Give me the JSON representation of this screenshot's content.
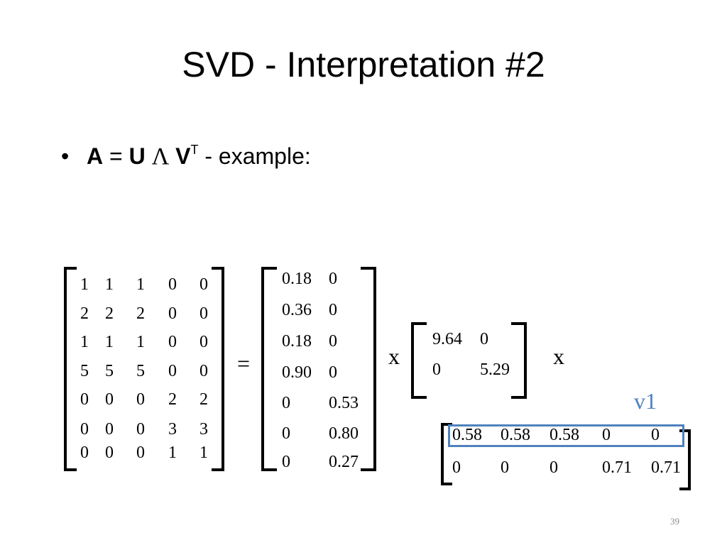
{
  "title": "SVD - Interpretation #2",
  "bullet": {
    "marker": "•",
    "a": "A",
    "eq": "=",
    "u": "U",
    "lambda": "Λ",
    "v": "V",
    "t": "T",
    "rest": " - example:"
  },
  "matrix_a": [
    [
      "1",
      "1",
      "1",
      "0",
      "0"
    ],
    [
      "2",
      "2",
      "2",
      "0",
      "0"
    ],
    [
      "1",
      "1",
      "1",
      "0",
      "0"
    ],
    [
      "5",
      "5",
      "5",
      "0",
      "0"
    ],
    [
      "0",
      "0",
      "0",
      "2",
      "2"
    ],
    [
      "0",
      "0",
      "0",
      "3",
      "3"
    ],
    [
      "0",
      "0",
      "0",
      "1",
      "1"
    ]
  ],
  "matrix_u": [
    [
      "0.18",
      "0"
    ],
    [
      "0.36",
      "0"
    ],
    [
      "0.18",
      "0"
    ],
    [
      "0.90",
      "0"
    ],
    [
      "0",
      "0.53"
    ],
    [
      "0",
      "0.80"
    ],
    [
      "0",
      "0.27"
    ]
  ],
  "matrix_lambda": [
    [
      "9.64",
      "0"
    ],
    [
      "0",
      "5.29"
    ]
  ],
  "matrix_vt": [
    [
      "0.58",
      "0.58",
      "0.58",
      "0",
      "0"
    ],
    [
      "0",
      "0",
      "0",
      "0.71",
      "0.71"
    ]
  ],
  "operators": {
    "equals": "=",
    "times1": "x",
    "times2": "x"
  },
  "v1_label": "v1",
  "colors": {
    "highlight": "#4f81bd",
    "page_number": "#8c8c8c"
  },
  "page_number": "39"
}
